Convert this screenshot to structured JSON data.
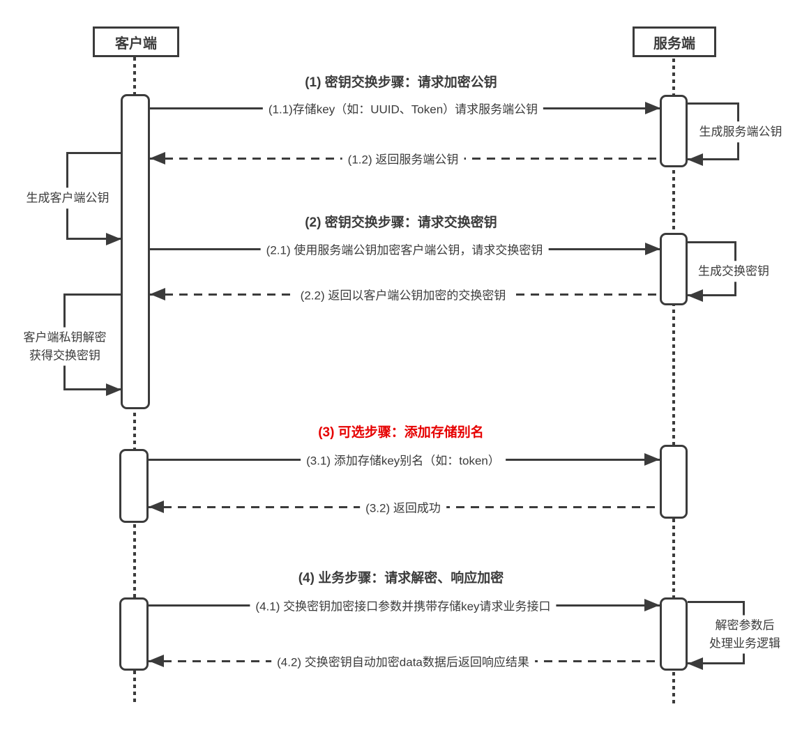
{
  "actors": [
    {
      "id": "client",
      "label": "客户端"
    },
    {
      "id": "server",
      "label": "服务端"
    }
  ],
  "colors": {
    "line": "#3b3b3b",
    "text": "#3b3b3b",
    "section_highlight": "#e60000",
    "background": "#ffffff"
  },
  "sections": [
    {
      "title": "(1) 密钥交换步骤：请求加密公钥",
      "highlighted": false
    },
    {
      "title": "(2) 密钥交换步骤：请求交换密钥",
      "highlighted": false
    },
    {
      "title": "(3) 可选步骤：添加存储别名",
      "highlighted": true
    },
    {
      "title": "(4) 业务步骤：请求解密、响应加密",
      "highlighted": false
    }
  ],
  "messages": [
    {
      "id": "1.1",
      "from": "客户端",
      "to": "服务端",
      "style": "solid",
      "label": "(1.1)存储key（如：UUID、Token）请求服务端公钥"
    },
    {
      "id": "1.2",
      "from": "服务端",
      "to": "客户端",
      "style": "dashed",
      "label": "(1.2) 返回服务端公钥"
    },
    {
      "id": "2.1",
      "from": "客户端",
      "to": "服务端",
      "style": "solid",
      "label": "(2.1) 使用服务端公钥加密客户端公钥，请求交换密钥"
    },
    {
      "id": "2.2",
      "from": "服务端",
      "to": "客户端",
      "style": "dashed",
      "label": "(2.2) 返回以客户端公钥加密的交换密钥"
    },
    {
      "id": "3.1",
      "from": "客户端",
      "to": "服务端",
      "style": "solid",
      "label": "(3.1) 添加存储key别名（如：token）"
    },
    {
      "id": "3.2",
      "from": "服务端",
      "to": "客户端",
      "style": "dashed",
      "label": "(3.2) 返回成功"
    },
    {
      "id": "4.1",
      "from": "客户端",
      "to": "服务端",
      "style": "solid",
      "label": "(4.1) 交换密钥加密接口参数并携带存储key请求业务接口"
    },
    {
      "id": "4.2",
      "from": "服务端",
      "to": "客户端",
      "style": "dashed",
      "label": "(4.2) 交换密钥自动加密data数据后返回响应结果"
    }
  ],
  "self_actions": {
    "client": [
      {
        "lines": [
          "生成客户端公钥"
        ]
      },
      {
        "lines": [
          "客户端私钥解密",
          "获得交换密钥"
        ]
      }
    ],
    "server": [
      {
        "lines": [
          "生成服务端公钥"
        ]
      },
      {
        "lines": [
          "生成交换密钥"
        ]
      },
      {
        "lines": [
          "解密参数后",
          "处理业务逻辑"
        ]
      }
    ]
  }
}
